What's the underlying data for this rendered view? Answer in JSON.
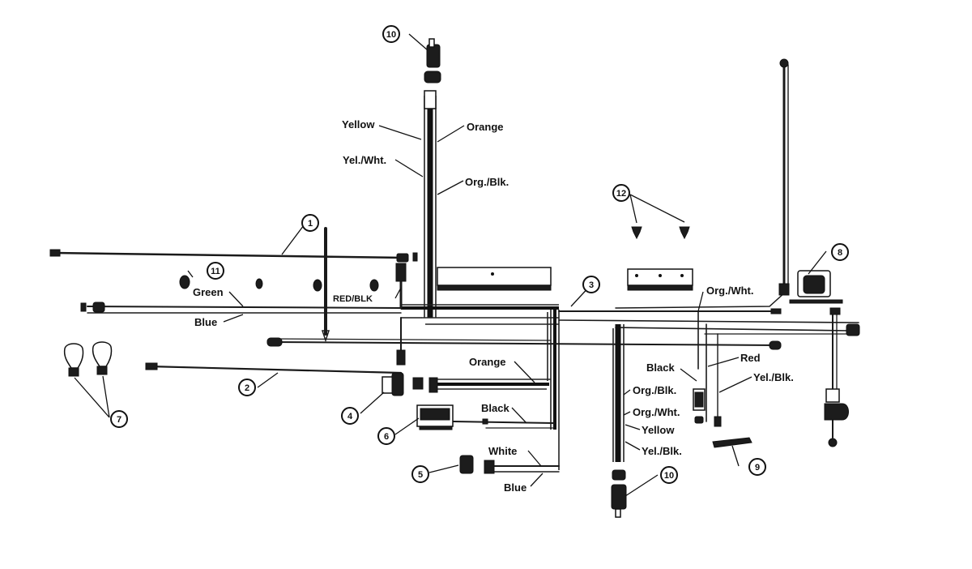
{
  "wire_labels": {
    "yellow_top": "Yellow",
    "orange_top": "Orange",
    "yel_wht_top": "Yel./Wht.",
    "org_blk_top": "Org./Blk.",
    "green": "Green",
    "blue_left": "Blue",
    "red_blk": "RED/BLK",
    "org_wht_right": "Org./Wht.",
    "orange_mid": "Orange",
    "black_mid": "Black",
    "white": "White",
    "blue_bottom": "Blue",
    "black_right": "Black",
    "red_right": "Red",
    "yel_blk_right": "Yel./Blk.",
    "org_blk_mid": "Org./Blk.",
    "org_wht_mid": "Org./Wht.",
    "yellow_mid": "Yellow",
    "yel_blk_mid": "Yel./Blk."
  },
  "callouts": {
    "c1": "1",
    "c2": "2",
    "c3": "3",
    "c4": "4",
    "c5": "5",
    "c6": "6",
    "c7": "7",
    "c8": "8",
    "c9": "9",
    "c10_top": "10",
    "c10_bottom": "10",
    "c11": "11",
    "c12": "12"
  }
}
